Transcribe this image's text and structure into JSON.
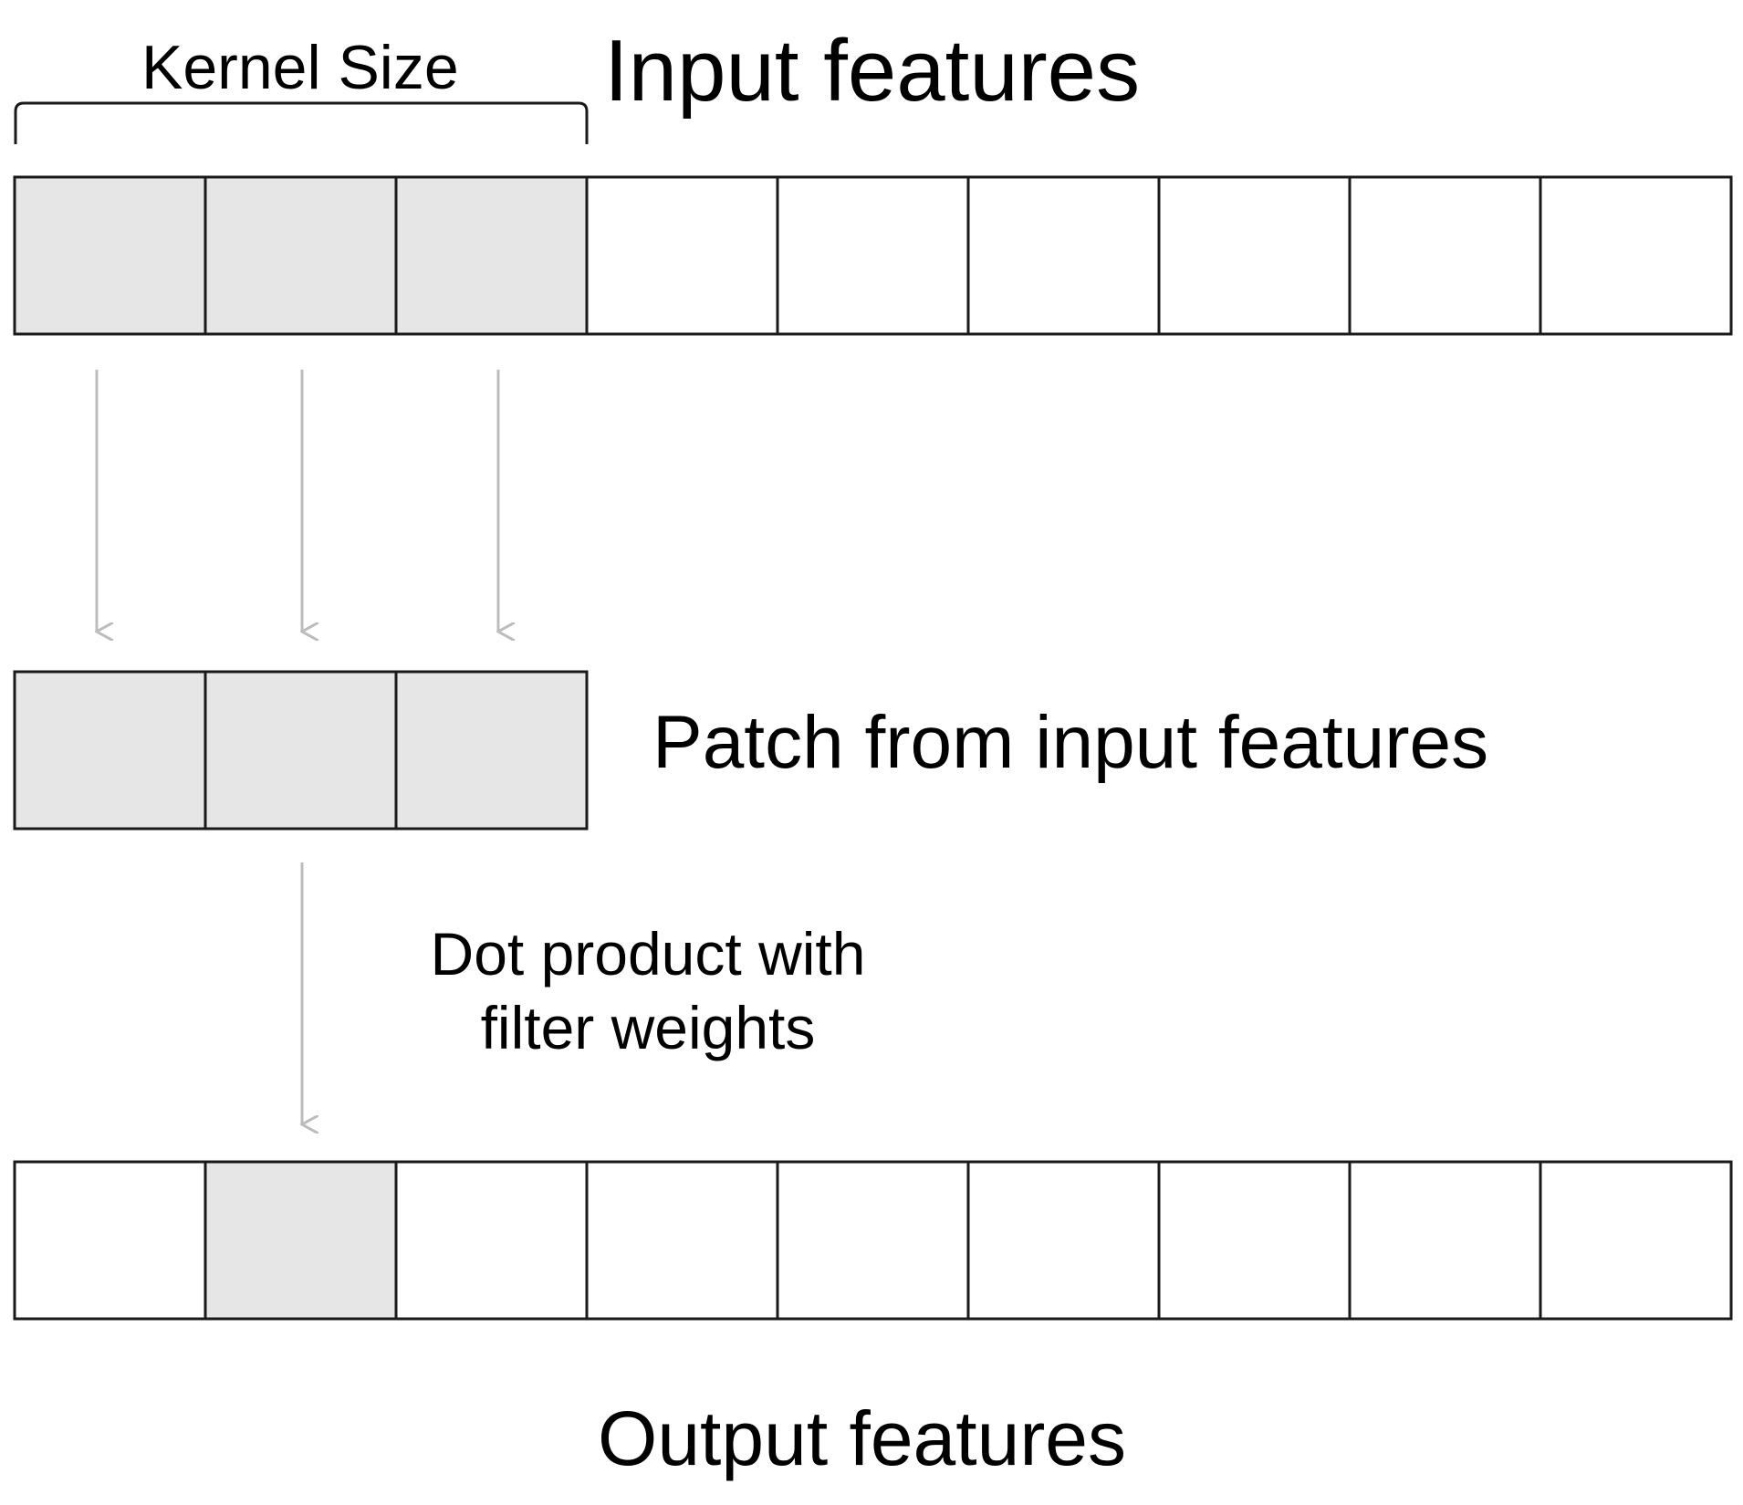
{
  "colors": {
    "highlight": "#e6e6e6",
    "empty": "#ffffff",
    "border": "#1a1a1a",
    "arrow": "#bcbcbc"
  },
  "labels": {
    "kernel_size": "Kernel Size",
    "input_features": "Input features",
    "patch": "Patch from input features",
    "dot_product": "Dot product with filter weights",
    "output_features": "Output features"
  },
  "input_row": {
    "cells": 9,
    "highlighted": [
      0,
      1,
      2
    ]
  },
  "patch_row": {
    "cells": 3,
    "highlighted": [
      0,
      1,
      2
    ]
  },
  "output_row": {
    "cells": 9,
    "highlighted": [
      1
    ]
  },
  "kernel_size": 3
}
